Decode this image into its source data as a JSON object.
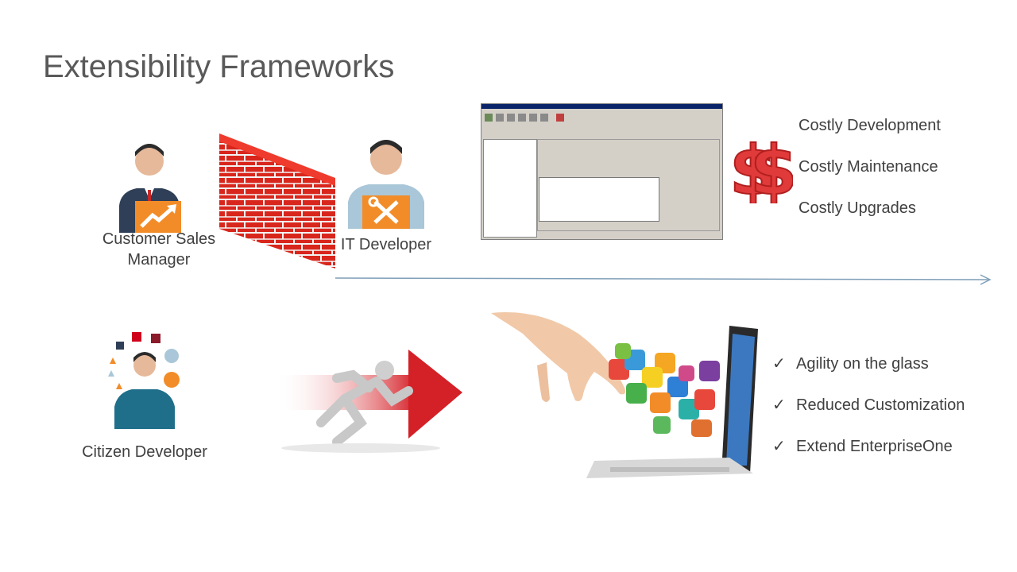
{
  "slide": {
    "title": "Extensibility Frameworks"
  },
  "people": {
    "sales_manager": "Customer Sales Manager",
    "it_developer": "IT Developer",
    "citizen_developer": "Citizen Developer"
  },
  "costs": [
    "Costly Development",
    "Costly Maintenance",
    "Costly Upgrades"
  ],
  "benefits": [
    "Agility on the glass",
    "Reduced Customization",
    "Extend EnterpriseOne"
  ],
  "icons": {
    "check": "✓",
    "money": "$$"
  },
  "colors": {
    "wall": "#d9261c",
    "arrow": "#d42027",
    "accent": "#f28c28",
    "timeline": "#7f9fb8"
  }
}
